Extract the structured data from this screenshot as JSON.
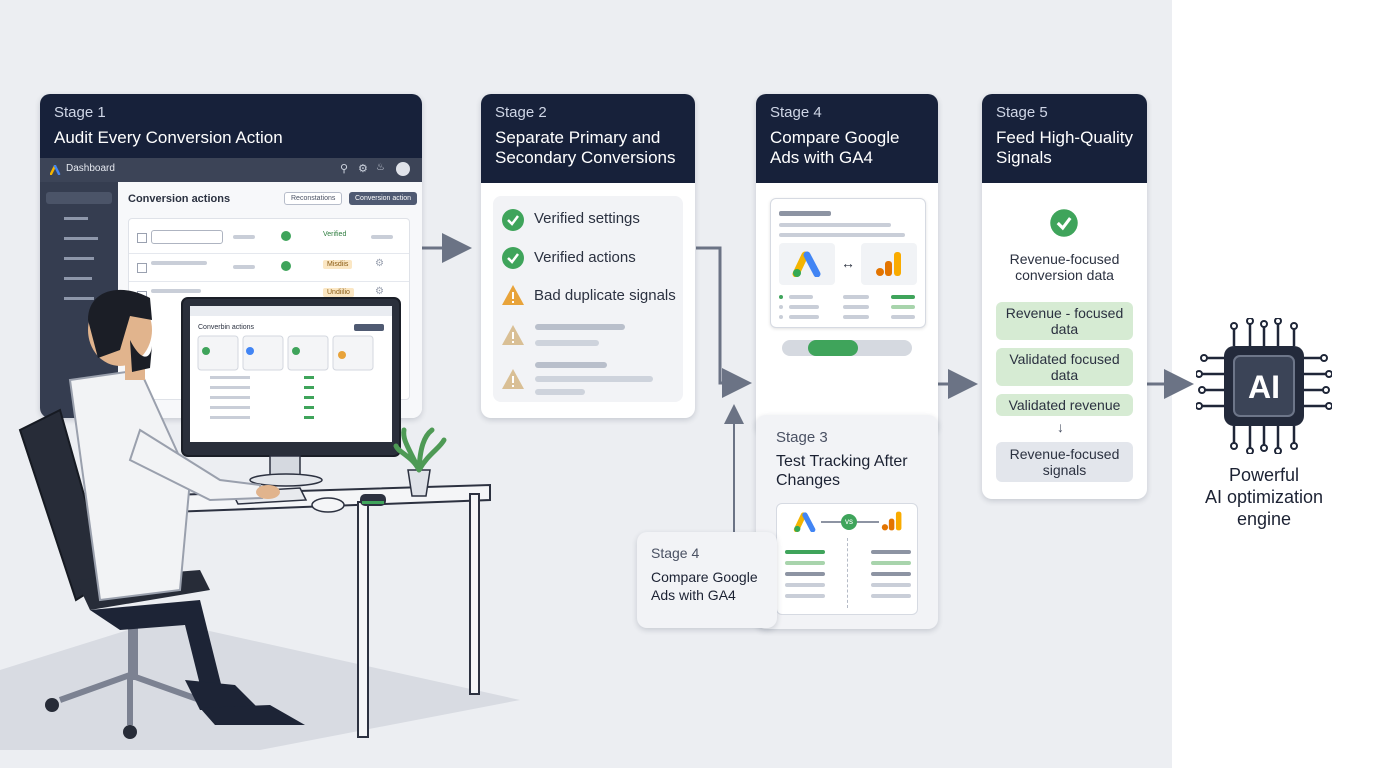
{
  "stage1": {
    "label": "Stage 1",
    "title": "Audit Every Conversion Action",
    "dashboard_title": "Dashboard",
    "panel_title": "Conversion actions",
    "dropdown": "Reconstations",
    "action_button": "Conversion action",
    "badges": [
      "Verified",
      "Misdiis",
      "Undiilio"
    ],
    "monitor_title": "Converbin actions"
  },
  "stage2": {
    "label": "Stage 2",
    "title": "Separate Primary and\nSecondary Conversions",
    "items": [
      "Verified settings",
      "Verified actions",
      "Bad duplicate signals"
    ]
  },
  "stage4_top": {
    "label": "Stage 4",
    "title": "Compare Google\nAds with GA4"
  },
  "stage3": {
    "label": "Stage 3",
    "title": "Test Tracking After\nChanges",
    "vs": "vs"
  },
  "stage4_bottom": {
    "label": "Stage 4",
    "title": "Compare Google\nAds with GA4"
  },
  "stage5": {
    "label": "Stage 5",
    "title": "Feed High-Quality\nSignals",
    "summary": "Revenue-focused\nconversion data",
    "pills": [
      "Revenue - focused\ndata",
      "Validated focused\ndata",
      "Validated revenue",
      "Revenue-focused\nsignals"
    ]
  },
  "ai": {
    "chip_label": "AI",
    "caption": "Powerful\nAI optimization\nengine"
  },
  "colors": {
    "navy": "#17213a",
    "green": "#3fa45b",
    "warning": "#e8a33a",
    "pill_green": "#d6ebd3",
    "pill_gray": "#e3e6ec"
  }
}
